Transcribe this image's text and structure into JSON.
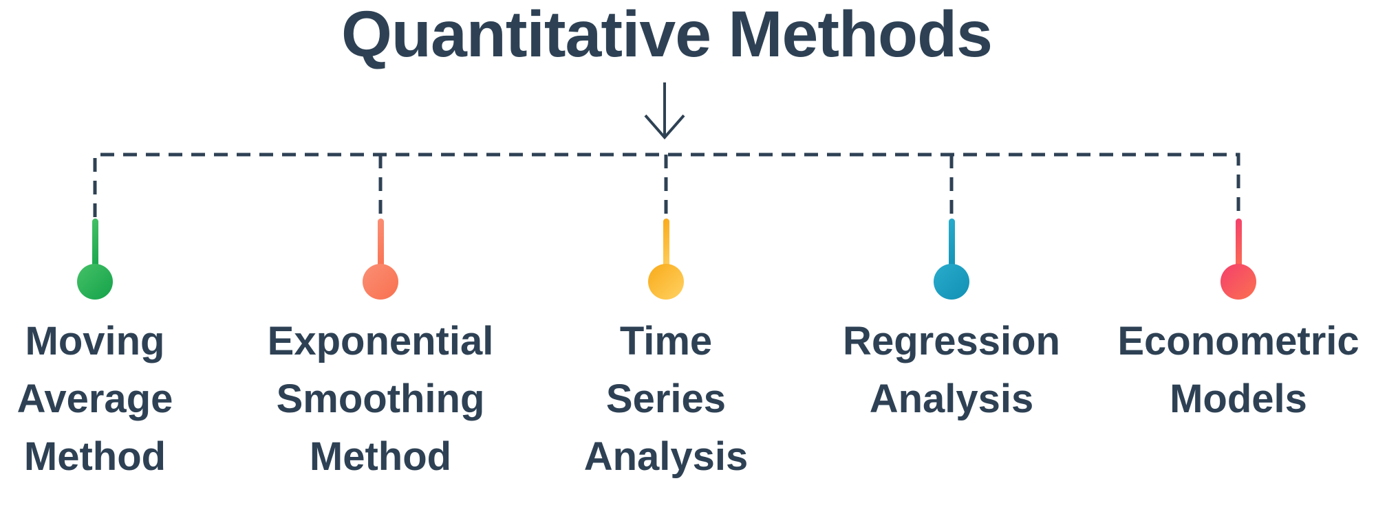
{
  "title": "Quantitative Methods",
  "colors": {
    "text": "#2e4154",
    "connector_line": "#2e4154",
    "arrow": "#2e4154",
    "background": "#ffffff"
  },
  "connector": {
    "style": "dashed",
    "arrow_icon": "down-arrow"
  },
  "branches": [
    {
      "label": "Moving\nAverage\nMethod",
      "icon": "pin-icon",
      "color_start": "#45c167",
      "color_end": "#14a24a"
    },
    {
      "label": "Exponential\nSmoothing\nMethod",
      "icon": "pin-icon",
      "color_start": "#fb8f75",
      "color_end": "#f8704f"
    },
    {
      "label": "Time\nSeries\nAnalysis",
      "icon": "pin-icon",
      "color_start": "#f9aa19",
      "color_end": "#ffd263"
    },
    {
      "label": "Regression\nAnalysis",
      "icon": "pin-icon",
      "color_start": "#29accd",
      "color_end": "#1190b3"
    },
    {
      "label": "Econometric\nModels",
      "icon": "pin-icon",
      "color_start": "#f43f6c",
      "color_end": "#fb7150"
    }
  ]
}
